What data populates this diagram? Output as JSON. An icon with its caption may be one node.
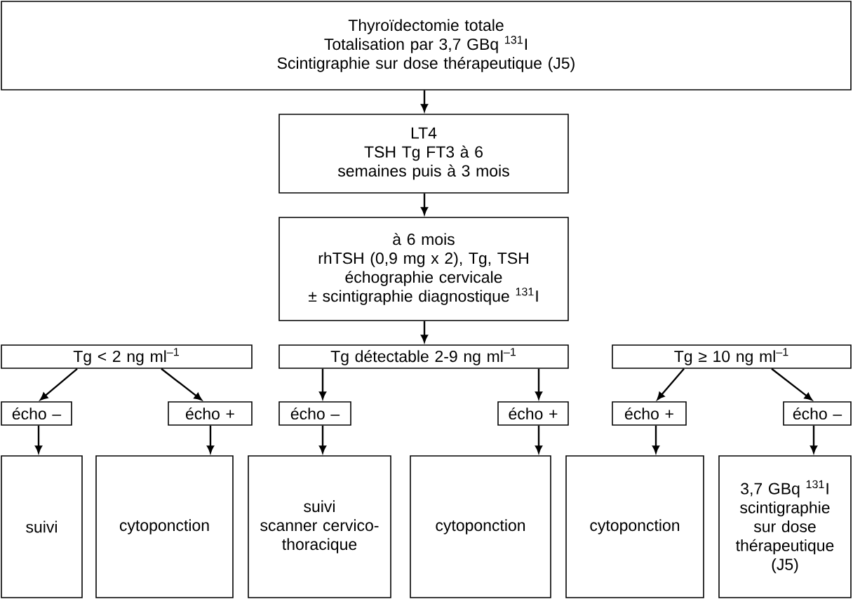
{
  "diagram": {
    "nodes": [
      {
        "text": [
          "Thyroïdectomie totale",
          "Totalisation par 3,7 GBq $^{131}$I",
          "Scintigraphie sur dose thérapeutique (J5)"
        ]
      },
      {
        "text": [
          "LT4",
          "TSH Tg FT3 à 6 semaines puis à 3 mois"
        ]
      },
      {
        "text": [
          "à 6 mois",
          "rhTSH (0,9 mg x 2), Tg, TSH",
          "échographie cervicale",
          "± scintigraphie diagnostique $^{131}$I"
        ]
      },
      {
        "text": [
          "Tg < 2 ng ml$^{–1}$"
        ]
      },
      {
        "text": [
          "Tg détectable 2-9 ng ml$^{–1}$"
        ]
      },
      {
        "text": [
          "Tg ≥ 10 ng ml$^{–1}$"
        ]
      },
      {
        "text": [
          "écho –"
        ]
      },
      {
        "text": [
          "écho +"
        ]
      },
      {
        "text": [
          "écho –"
        ]
      },
      {
        "text": [
          "écho +"
        ]
      },
      {
        "text": [
          "écho +"
        ]
      },
      {
        "text": [
          "écho –"
        ]
      },
      {
        "text": [
          "suivi"
        ]
      },
      {
        "text": [
          "cytoponction"
        ]
      },
      {
        "text": [
          "suivi",
          "scanner cervico-thoracique"
        ]
      },
      {
        "text": [
          "cytoponction"
        ]
      },
      {
        "text": [
          "cytoponction"
        ]
      },
      {
        "text": [
          "3,7 GBq $^{131}$I",
          "scintigraphie sur dose thérapeutique (J5)"
        ]
      }
    ],
    "edges": [
      {
        "from": 0,
        "to": 1,
        "arrow": "to"
      },
      {
        "from": 1,
        "to": 2,
        "arrow": "to"
      },
      {
        "from": 2,
        "to": 4,
        "arrow": "to"
      },
      {
        "from": 3,
        "to": 6,
        "arrow": "to"
      },
      {
        "from": 3,
        "to": 7,
        "arrow": "to"
      },
      {
        "from": 4,
        "to": 8,
        "arrow": "to"
      },
      {
        "from": 4,
        "to": 9,
        "arrow": "to"
      },
      {
        "from": 5,
        "to": 10,
        "arrow": "to"
      },
      {
        "from": 5,
        "to": 11,
        "arrow": "to"
      },
      {
        "from": 6,
        "to": 12,
        "arrow": "to"
      },
      {
        "from": 7,
        "to": 13,
        "arrow": "to"
      },
      {
        "from": 8,
        "to": 14,
        "arrow": "to"
      },
      {
        "from": 9,
        "to": 15,
        "arrow": "to"
      },
      {
        "from": 10,
        "to": 16,
        "arrow": "to"
      },
      {
        "from": 11,
        "to": 17,
        "arrow": "to"
      }
    ]
  }
}
